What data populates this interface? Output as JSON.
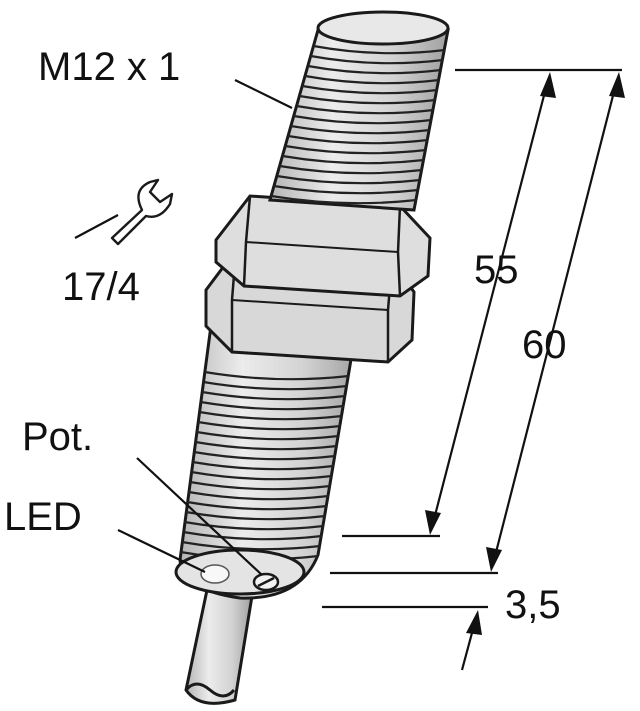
{
  "labels": {
    "thread": "M12 x 1",
    "wrench_size": "17/4",
    "potentiometer": "Pot.",
    "led": "LED"
  },
  "dimensions": {
    "length_55": "55",
    "length_60": "60",
    "offset_3_5": "3,5"
  },
  "icons": [
    "wrench-icon"
  ],
  "colors": {
    "body": "#dcdcdc",
    "body_dark": "#a9a9a9",
    "outline": "#1a1a1a"
  }
}
